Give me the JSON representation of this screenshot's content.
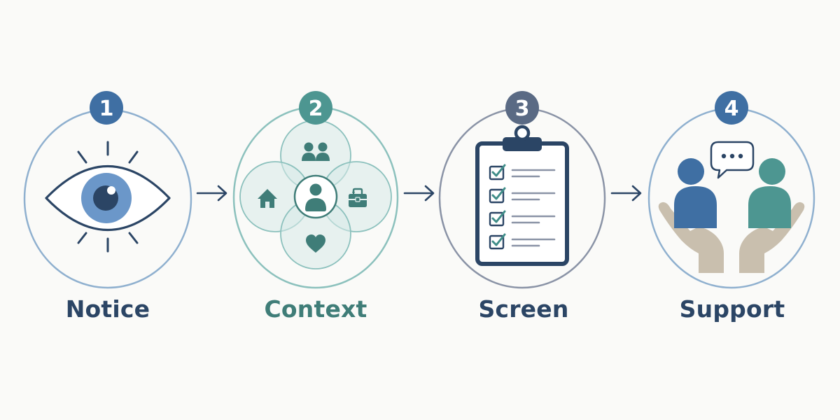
{
  "colors": {
    "background": "#fafaf8",
    "step1": "#3f6fa3",
    "step2": "#4d9691",
    "step3": "#5a6a84",
    "step4": "#3f6fa3",
    "navy": "#2b4565",
    "teal_dark": "#3f7d78",
    "outline1": "#8fb0cf",
    "outline2": "#8cc1bd",
    "outline3": "#8a93a6",
    "outline4": "#8fb0cf",
    "venn_fill": "#d7e9e7",
    "hands": "#c9bfae"
  },
  "steps": [
    {
      "number": "1",
      "label": "Notice",
      "icon": "eye-icon"
    },
    {
      "number": "2",
      "label": "Context",
      "icon": "context-venn-icon"
    },
    {
      "number": "3",
      "label": "Screen",
      "icon": "clipboard-checklist-icon"
    },
    {
      "number": "4",
      "label": "Support",
      "icon": "support-hands-icon"
    }
  ],
  "connectors": [
    "arrow-right-icon",
    "arrow-right-icon",
    "arrow-right-icon"
  ]
}
